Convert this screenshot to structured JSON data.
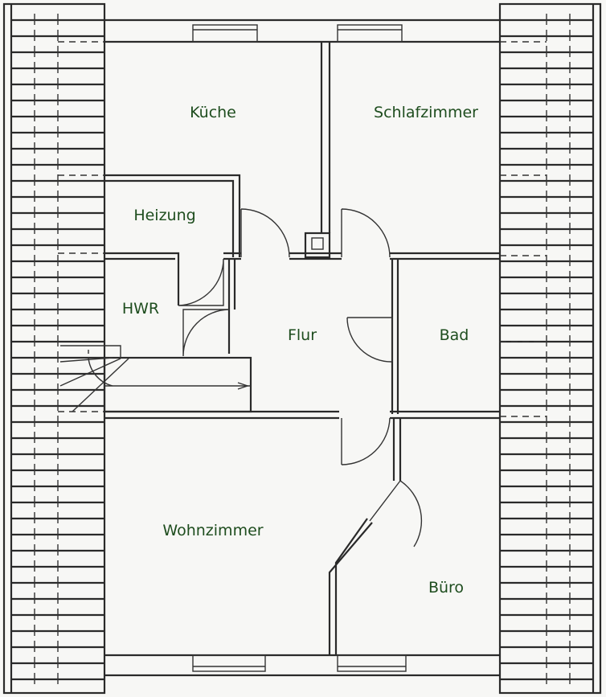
{
  "floorplan": {
    "label_color": "#1e4d1e",
    "rooms": {
      "kueche": "Küche",
      "schlafzimmer": "Schlafzimmer",
      "heizung": "Heizung",
      "hwr": "HWR",
      "flur": "Flur",
      "bad": "Bad",
      "wohnzimmer": "Wohnzimmer",
      "buero": "Büro"
    }
  }
}
